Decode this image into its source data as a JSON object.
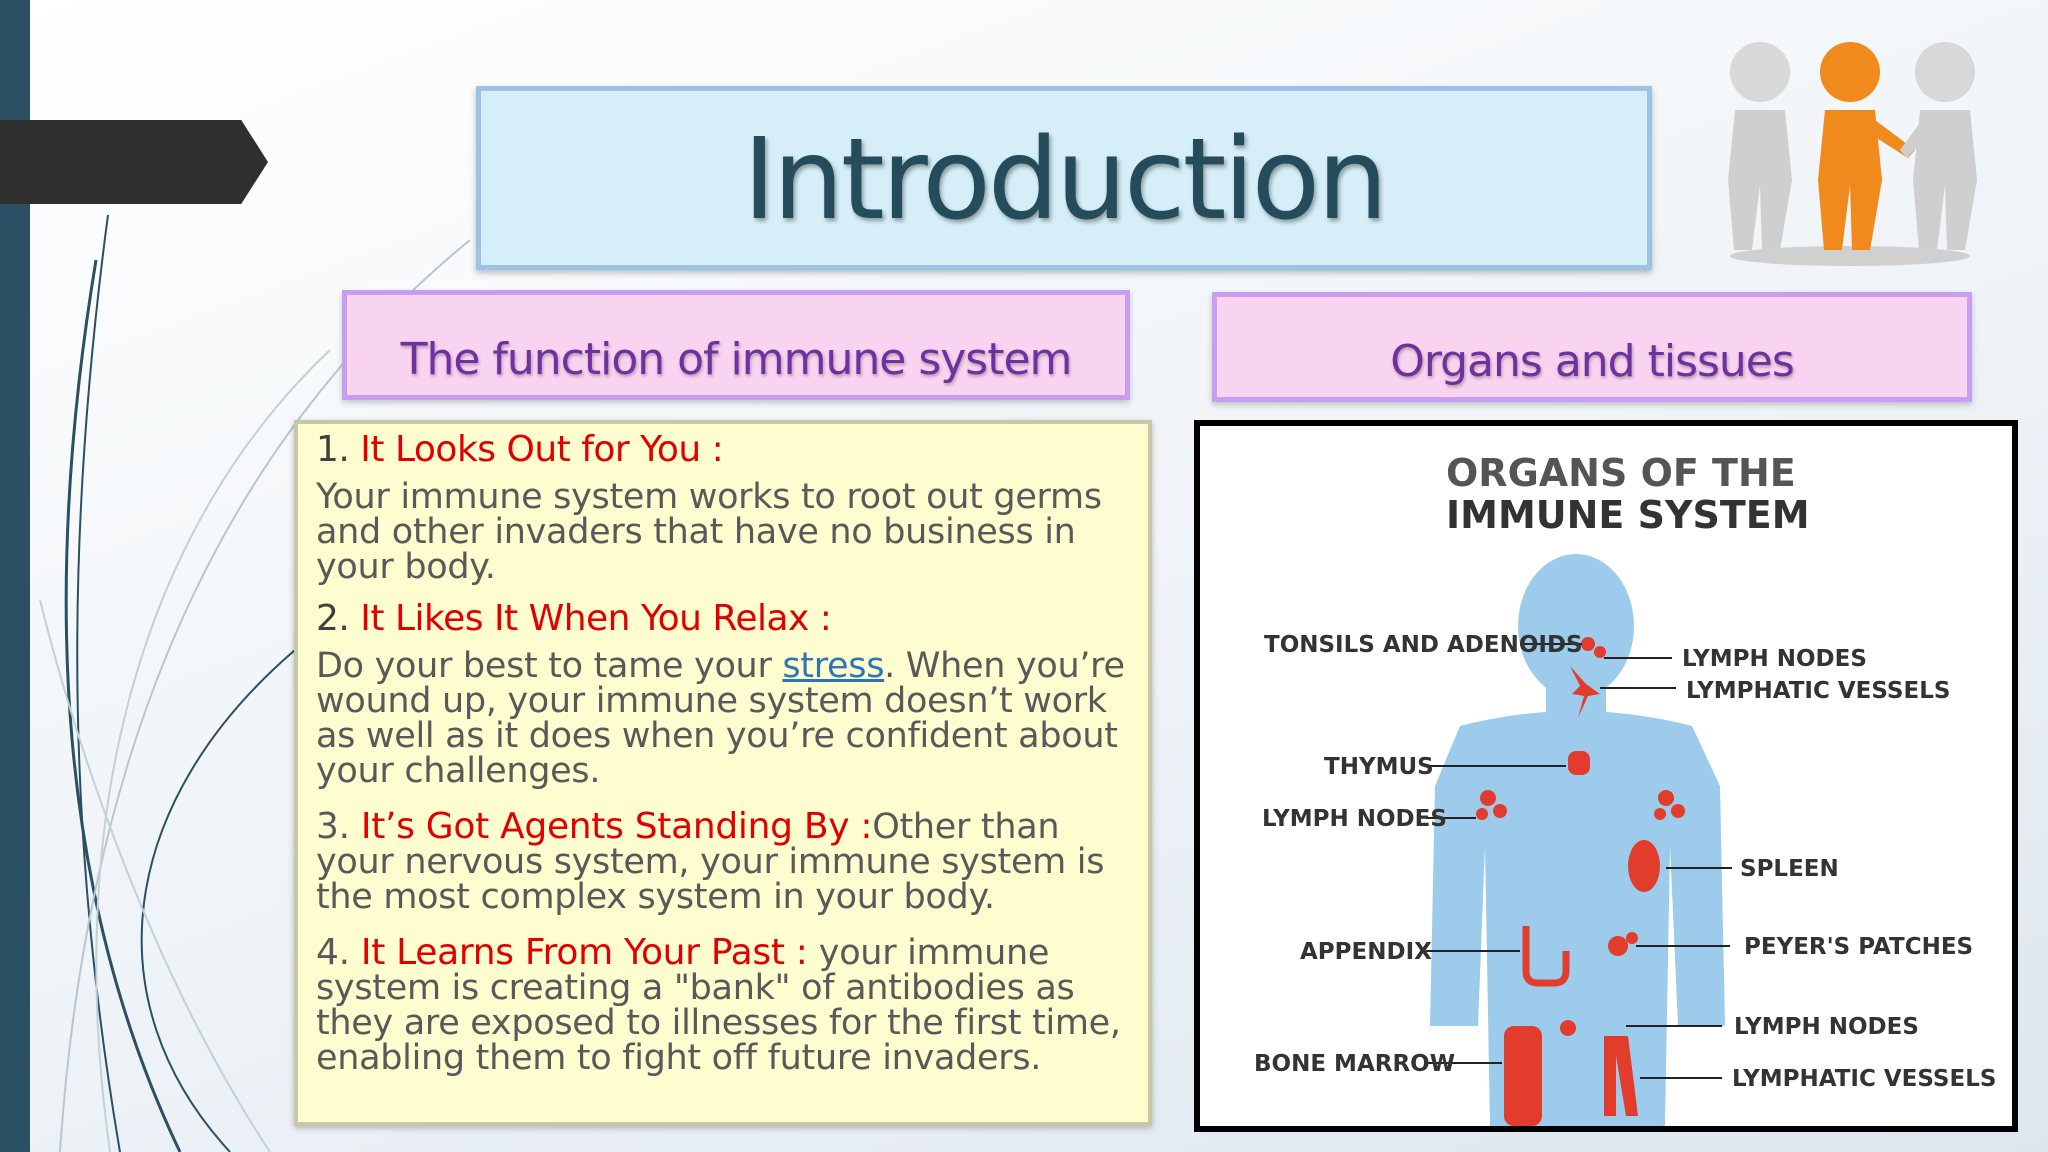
{
  "slide": {
    "title": "Introduction",
    "left_heading": "The function of immune system",
    "right_heading": "Organs and tissues"
  },
  "points": [
    {
      "num": "1. ",
      "heading": "It Looks Out for You :",
      "body_before": "Your immune system works to root out germs and other invaders that have no business in your body.",
      "link": "",
      "body_after": ""
    },
    {
      "num": "2. ",
      "heading": "It Likes It When You Relax :",
      "body_before": "Do your best to tame your ",
      "link": "stress",
      "body_after": ". When you’re wound up, your immune system doesn’t work as well as it does when you’re confident about your challenges."
    },
    {
      "num": "3. ",
      "heading": "It’s Got Agents Standing By :",
      "inline": "Other than your nervous system, your immune system is the most complex system in your body."
    },
    {
      "num": "4. ",
      "heading": "It Learns From Your Past : ",
      "inline": "your immune system is creating a \"bank\" of antibodies as they are exposed to illnesses for the first time, enabling them to fight off future invaders."
    }
  ],
  "diagram": {
    "title_line1": "ORGANS OF THE",
    "title_line2": "IMMUNE SYSTEM",
    "labels": {
      "tonsils": "TONSILS AND ADENOIDS",
      "thymus": "THYMUS",
      "lymph_left": "LYMPH NODES",
      "appendix": "APPENDIX",
      "bone_marrow": "BONE MARROW",
      "lymph_right_top": "LYMPH NODES",
      "vessels_top": "LYMPHATIC VESSELS",
      "spleen": "SPLEEN",
      "peyers": "PEYER'S PATCHES",
      "lymph_right_bottom": "LYMPH NODES",
      "vessels_bottom": "LYMPHATIC VESSELS"
    },
    "colors": {
      "body": "#9ccbeb",
      "organ": "#e23c2c",
      "text": "#333333"
    }
  }
}
